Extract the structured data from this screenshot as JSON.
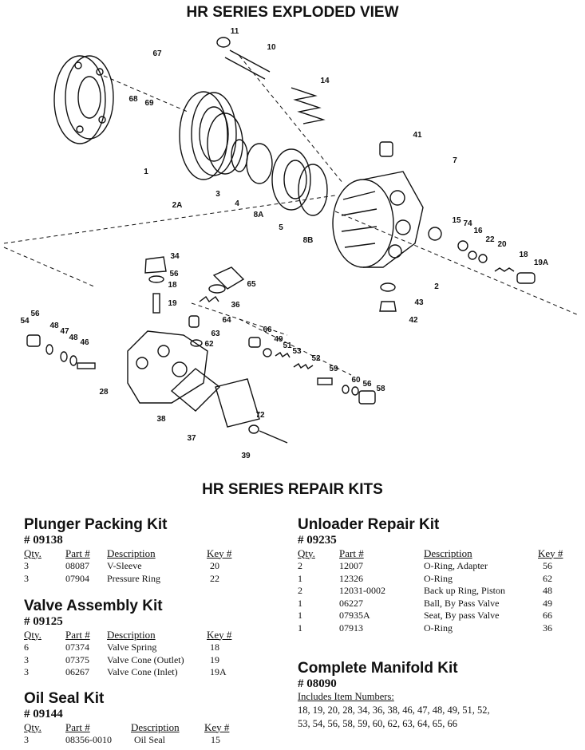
{
  "titles": {
    "exploded": "HR SERIES EXPLODED VIEW",
    "kits": "HR SERIES REPAIR KITS"
  },
  "diagram": {
    "callouts": [
      "11",
      "10",
      "14",
      "67",
      "68",
      "69",
      "1",
      "3",
      "4",
      "2A",
      "8A",
      "5",
      "8B",
      "41",
      "7",
      "15",
      "74",
      "16",
      "22",
      "20",
      "18",
      "19A",
      "2",
      "43",
      "42",
      "34",
      "56",
      "18",
      "19",
      "65",
      "36",
      "64",
      "63",
      "62",
      "54",
      "56",
      "48",
      "47",
      "48",
      "46",
      "66",
      "49",
      "51",
      "53",
      "52",
      "59",
      "60",
      "56",
      "58",
      "28",
      "38",
      "37",
      "72",
      "39"
    ]
  },
  "kits": {
    "plunger": {
      "title": "Plunger Packing Kit",
      "number": "# 09138",
      "headers": [
        "Qty.",
        "Part #",
        "Description",
        "Key #"
      ],
      "rows": [
        [
          "3",
          "08087",
          "V-Sleeve",
          "20"
        ],
        [
          "3",
          "07904",
          "Pressure Ring",
          "22"
        ]
      ]
    },
    "valve": {
      "title": "Valve Assembly Kit",
      "number": "# 09125",
      "headers": [
        "Qty.",
        "Part #",
        "Description",
        "Key #"
      ],
      "rows": [
        [
          "6",
          "07374",
          "Valve Spring",
          "18"
        ],
        [
          "3",
          "07375",
          "Valve Cone (Outlet)",
          "19"
        ],
        [
          "3",
          "06267",
          "Valve Cone (Inlet)",
          "19A"
        ]
      ]
    },
    "oilseal": {
      "title": "Oil Seal Kit",
      "number": "# 09144",
      "headers": [
        "Qty.",
        "Part #",
        "Description",
        "Key #"
      ],
      "rows": [
        [
          "3",
          "08356-0010",
          "Oil Seal",
          "15"
        ]
      ]
    },
    "unloader": {
      "title": "Unloader Repair Kit",
      "number": "# 09235",
      "headers": [
        "Qty.",
        "Part #",
        "Description",
        "Key #"
      ],
      "rows": [
        [
          "2",
          "12007",
          "O-Ring, Adapter",
          "56"
        ],
        [
          "1",
          "12326",
          "O-Ring",
          "62"
        ],
        [
          "2",
          "12031-0002",
          "Back up Ring, Piston",
          "48"
        ],
        [
          "1",
          "06227",
          "Ball, By Pass Valve",
          "49"
        ],
        [
          "1",
          "07935A",
          "Seat, By pass Valve",
          "66"
        ],
        [
          "1",
          "07913",
          "O-Ring",
          "36"
        ]
      ]
    },
    "manifold": {
      "title": "Complete Manifold Kit",
      "number": "# 08090",
      "includes_label": "Includes Item Numbers:",
      "line1": "18, 19, 20, 28, 34, 36, 38, 46, 47, 48, 49, 51, 52,",
      "line2": "53, 54, 56, 58, 59, 60, 62, 63, 64, 65, 66"
    }
  }
}
